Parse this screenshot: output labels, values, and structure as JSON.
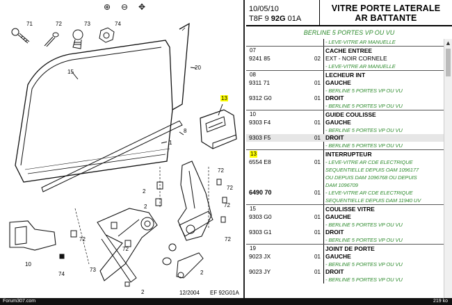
{
  "toolbar": {
    "zoom_in_label": "⊕",
    "zoom_out_label": "⊖",
    "pan_label": "✥"
  },
  "diagram": {
    "callouts": {
      "c71": "71",
      "c72a": "72",
      "c73a": "73",
      "c74a": "74",
      "c15": "15",
      "c20": "20",
      "c13": "13",
      "c8": "8",
      "c1": "1",
      "c2a": "2",
      "c72b": "72",
      "c72c": "72",
      "c72d": "72",
      "c72e": "72",
      "c2b": "2",
      "c72f": "72",
      "c72g": "72",
      "c10": "10",
      "c74b": "74",
      "c73b": "73",
      "c2c": "2",
      "c2d": "2"
    },
    "footer_date": "12/2004",
    "footer_ref": "EF 92G01A"
  },
  "parts": {
    "header": {
      "date": "10/05/10",
      "ref_prefix": "T8F 9",
      "ref_bold": "92G",
      "ref_suffix": "01A",
      "title_line1": "VITRE PORTE LATERALE",
      "title_line2": "AR BATTANTE"
    },
    "subtitle": "BERLINE 5 PORTES VP OU VU",
    "top_note": "- LEVE-VITRE AR MANUELLE",
    "rows": [
      {
        "num": "07",
        "lines": [
          {
            "ref": "",
            "qty": "",
            "text": "CACHE ENTREE",
            "bold": true,
            "green": false
          },
          {
            "ref": "9241 85",
            "qty": "02",
            "text": "EXT - NOIR CORNELE",
            "bold": false,
            "green": false
          },
          {
            "ref": "",
            "qty": "",
            "text": "- LEVE-VITRE AR MANUELLE",
            "bold": false,
            "green": true
          }
        ]
      },
      {
        "num": "08",
        "lines": [
          {
            "ref": "",
            "qty": "",
            "text": "LECHEUR INT",
            "bold": true,
            "green": false
          },
          {
            "ref": "9311 71",
            "qty": "01",
            "text": "GAUCHE",
            "bold": true,
            "green": false
          },
          {
            "ref": "",
            "qty": "",
            "text": "- BERLINE 5 PORTES VP OU VU",
            "bold": false,
            "green": true
          },
          {
            "ref": "9312 G0",
            "qty": "01",
            "text": "DROIT",
            "bold": true,
            "green": false
          },
          {
            "ref": "",
            "qty": "",
            "text": "- BERLINE 5 PORTES VP OU VU",
            "bold": false,
            "green": true
          }
        ]
      },
      {
        "num": "10",
        "lines": [
          {
            "ref": "",
            "qty": "",
            "text": "GUIDE COULISSE",
            "bold": true,
            "green": false
          },
          {
            "ref": "9303 F4",
            "qty": "01",
            "text": "GAUCHE",
            "bold": true,
            "green": false
          },
          {
            "ref": "",
            "qty": "",
            "text": "- BERLINE 5 PORTES VP OU VU",
            "bold": false,
            "green": true
          },
          {
            "ref": "9303 F5",
            "qty": "01",
            "text": "DROIT",
            "bold": true,
            "green": false,
            "sel": true
          },
          {
            "ref": "",
            "qty": "",
            "text": "- BERLINE 5 PORTES VP OU VU",
            "bold": false,
            "green": true
          }
        ]
      },
      {
        "num": "13",
        "hl": true,
        "lines": [
          {
            "ref": "",
            "qty": "",
            "text": "INTERRUPTEUR",
            "bold": true,
            "green": false
          },
          {
            "ref": "6554 E8",
            "qty": "01",
            "text": "- LEVE-VITRE AR CDE ELECTRIQUE",
            "bold": false,
            "green": true
          },
          {
            "ref": "",
            "qty": "",
            "text": "SEQUENTIELLE DEPUIS OAM 1096177",
            "bold": false,
            "green": true
          },
          {
            "ref": "",
            "qty": "",
            "text": "OU DEPUIS DAM 1096768 OU DEPUIS",
            "bold": false,
            "green": true
          },
          {
            "ref": "",
            "qty": "",
            "text": "DAM 1096709",
            "bold": false,
            "green": true
          },
          {
            "ref": "6490 70",
            "qty": "01",
            "text": "- LEVE-VITRE AR CDE ELECTRIQUE",
            "bold": false,
            "green": true,
            "big": true
          },
          {
            "ref": "",
            "qty": "",
            "text": "SEQUENTIELLE DEPUIS DAM 11940 UV",
            "bold": false,
            "green": true
          }
        ]
      },
      {
        "num": "15",
        "lines": [
          {
            "ref": "",
            "qty": "",
            "text": "COULISSE VITRE",
            "bold": true,
            "green": false
          },
          {
            "ref": "9303 G0",
            "qty": "01",
            "text": "GAUCHE",
            "bold": true,
            "green": false
          },
          {
            "ref": "",
            "qty": "",
            "text": "- BERLINE 5 PORTES VP OU VU",
            "bold": false,
            "green": true
          },
          {
            "ref": "9303 G1",
            "qty": "01",
            "text": "DROIT",
            "bold": true,
            "green": false
          },
          {
            "ref": "",
            "qty": "",
            "text": "- BERLINE 5 PORTES VP OU VU",
            "bold": false,
            "green": true
          }
        ]
      },
      {
        "num": "19",
        "lines": [
          {
            "ref": "",
            "qty": "",
            "text": "JOINT DE PORTE",
            "bold": true,
            "green": false
          },
          {
            "ref": "9023 JX",
            "qty": "01",
            "text": "GAUCHE",
            "bold": true,
            "green": false
          },
          {
            "ref": "",
            "qty": "",
            "text": "- BERLINE 5 PORTES VP OU VU",
            "bold": false,
            "green": true
          },
          {
            "ref": "9023 JY",
            "qty": "01",
            "text": "DROIT",
            "bold": true,
            "green": false
          },
          {
            "ref": "",
            "qty": "",
            "text": "- BERLINE 5 PORTES VP OU VU",
            "bold": false,
            "green": true
          }
        ]
      }
    ]
  },
  "status": {
    "left": "Forum307.com",
    "right": "219 ko"
  }
}
